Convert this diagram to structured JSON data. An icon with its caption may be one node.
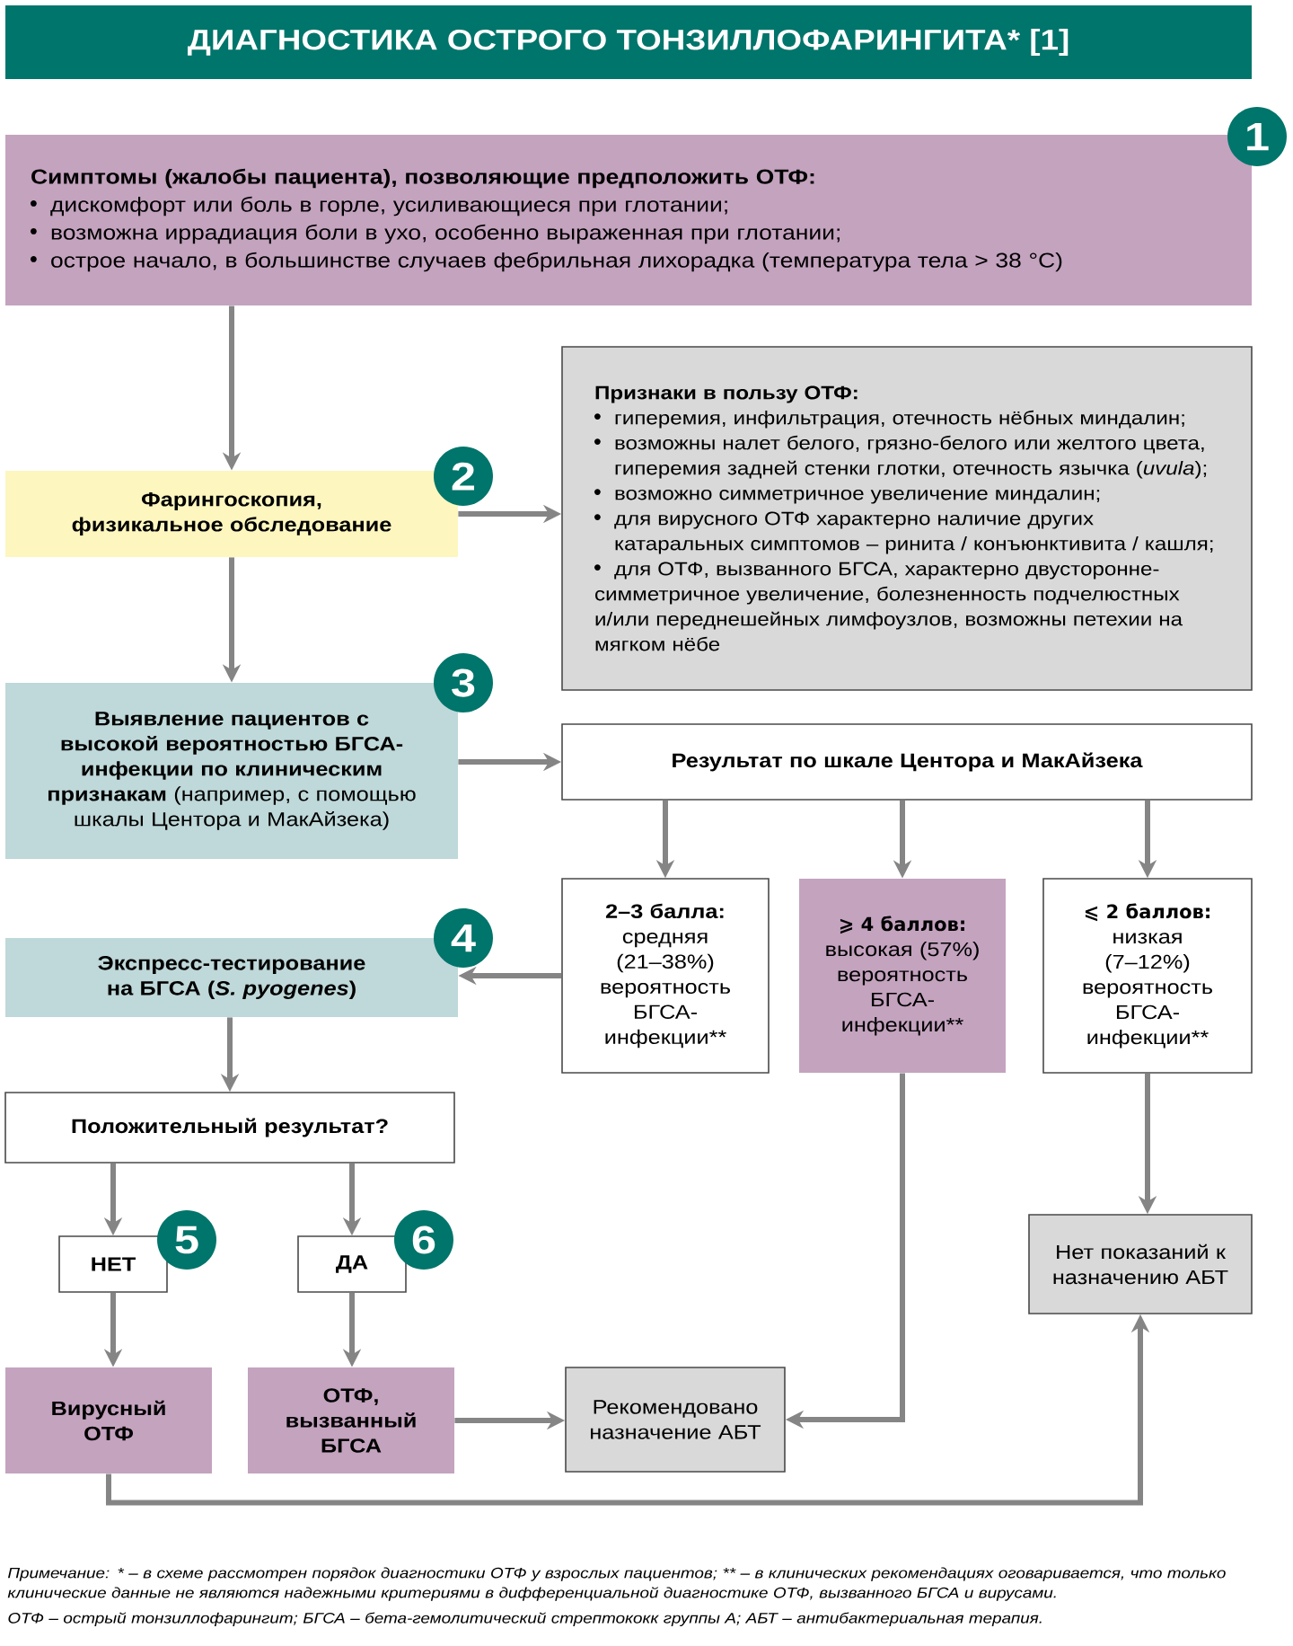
{
  "diagram": {
    "title": "ДИАГНОСТИКА ОСТРОГО ТОНЗИЛЛОФАРИНГИТА* [1]",
    "caption": "Примечание: * – в схеме рассмотрен порядок диагностики ОТФ у взрослых пациентов; ** – в клинических рекомендациях оговаривается, что только клинические данные не являются надежными критериями в дифференциальной диагностике ОТФ, вызванного БГСА и вирусами.",
    "nodes": [
      {
        "text": [
          "Симптомы (жалобы пациента), позволяющие предположить ОТФ:",
          "дискомфорт или боль в горле, усиливающиеся при глотании;",
          "возможна иррадиация боли в ухо, особенно выраженная при глотании;",
          "острое начало, в большинстве случаев фебрильная лихорадка (температура тела > 38 °C)"
        ],
        "beside": [
          "1"
        ]
      },
      {
        "text": [
          "Фарингоскопия, физикальное обследование"
        ],
        "beside": [
          "2"
        ]
      },
      {
        "text": [
          "Признаки в пользу ОТФ:",
          "гиперемия, инфильтрация, отечность нёбных миндалин;",
          "возможны налет белого, грязно-белого или желтого цвета, гиперемия задней стенки глотки, отечность язычка (*uvula*);",
          "возможно симметричное увеличение миндалин;",
          "для вирусного ОТФ характерно наличие других катаральных симптомов – ринита / конъюнктивита / кашля;",
          "для ОТФ, вызванного БГСА, характерно двусторонне-симметричное увеличение, болезненность подчелюстных и/или переднешейных лимфоузлов, возможны петехии на мягком нёбе"
        ]
      },
      {
        "text": [
          "**Выявление пациентов с высокой вероятностью БГСА-инфекции по клиническим признакам** (например, с помощью шкалы Центора и МакАйзека)"
        ],
        "beside": [
          "3"
        ]
      },
      {
        "text": [
          "Результат по шкале Центора и МакАйзека"
        ]
      },
      {
        "text": [
          "2–3 балла:",
          "средняя (21–38%) вероятность БГСА-инфекции**"
        ]
      },
      {
        "text": [
          "⩾ 4 баллов:",
          "высокая (57%) вероятность БГСА-инфекции**"
        ]
      },
      {
        "text": [
          "⩽ 2 баллов:",
          "низкая (7–12%) вероятность БГСА-инфекции**"
        ]
      },
      {
        "text": [
          "Экспресс-тестирование на БГСА (*S. pyogenes*)"
        ],
        "beside": [
          "4"
        ]
      },
      {
        "text": [
          "Положительный результат?"
        ]
      },
      {
        "text": [
          "НЕТ"
        ],
        "beside": [
          "5"
        ]
      },
      {
        "text": [
          "ДА"
        ],
        "beside": [
          "6"
        ]
      },
      {
        "text": [
          "Вирусный ОТФ"
        ]
      },
      {
        "text": [
          "ОТФ, вызванный БГСА"
        ]
      },
      {
        "text": [
          "Рекомендовано назначение АБТ"
        ]
      },
      {
        "text": [
          "Нет показаний к назначению АБТ"
        ]
      }
    ],
    "edges": [
      {
        "from": 0,
        "to": 1,
        "arrow": "to"
      },
      {
        "from": 1,
        "to": 2,
        "arrow": "to"
      },
      {
        "from": 1,
        "to": 3,
        "arrow": "to"
      },
      {
        "from": 3,
        "to": 4,
        "arrow": "to"
      },
      {
        "from": 4,
        "to": 5,
        "arrow": "to"
      },
      {
        "from": 4,
        "to": 6,
        "arrow": "to"
      },
      {
        "from": 4,
        "to": 7,
        "arrow": "to"
      },
      {
        "from": 5,
        "to": 8,
        "arrow": "to"
      },
      {
        "from": 8,
        "to": 9,
        "arrow": "to"
      },
      {
        "from": 9,
        "to": 10,
        "arrow": "to"
      },
      {
        "from": 9,
        "to": 11,
        "arrow": "to"
      },
      {
        "from": 10,
        "to": 12,
        "arrow": "to"
      },
      {
        "from": 11,
        "to": 13,
        "arrow": "to"
      },
      {
        "from": 13,
        "to": 14,
        "arrow": "to"
      },
      {
        "from": 6,
        "to": 14,
        "arrow": "to"
      },
      {
        "from": 7,
        "to": 15,
        "arrow": "to"
      },
      {
        "from": 12,
        "to": 15,
        "arrow": "to"
      }
    ],
    "labels": [
      "ОТФ – острый тонзиллофарингит; БГСА – бета-гемолитический стрептококк группы А; АБТ – антибактериальная терапия."
    ]
  }
}
